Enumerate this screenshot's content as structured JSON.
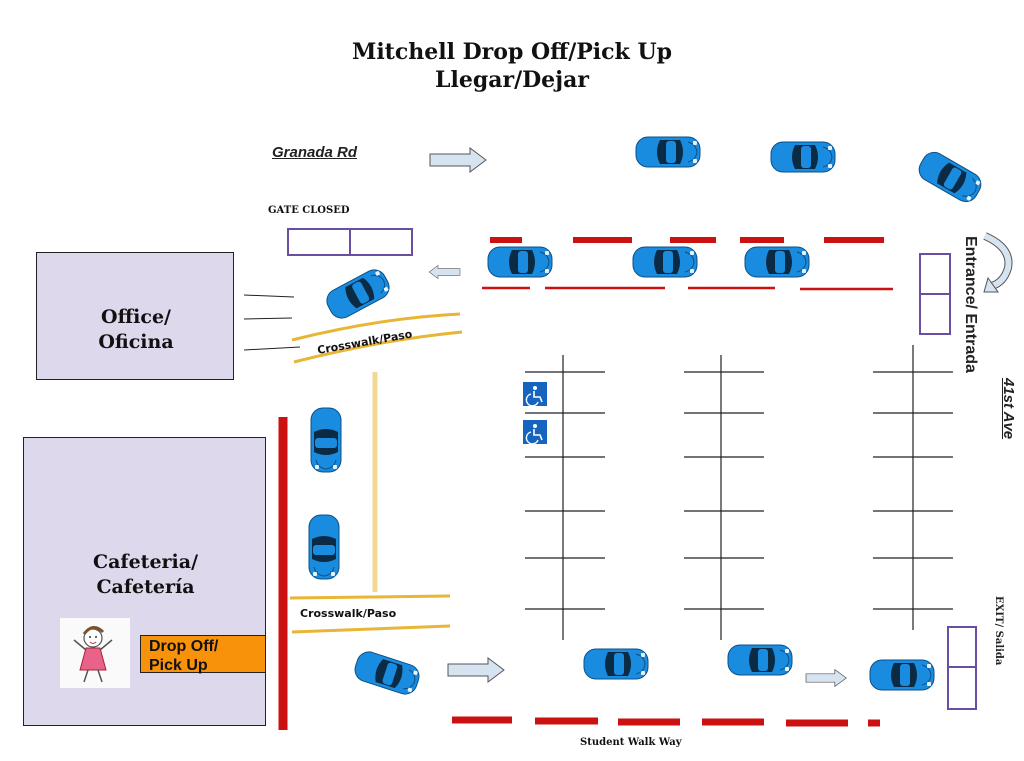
{
  "title": {
    "line1": "Mitchell Drop Off/Pick Up",
    "line2": "Llegar/Dejar"
  },
  "streets": {
    "north": "Granada Rd",
    "east": "41st Ave"
  },
  "labels": {
    "gate": "GATE CLOSED",
    "office": [
      "Office/",
      "Oficina"
    ],
    "cafeteria": [
      "Cafeteria/",
      "Cafetería"
    ],
    "crosswalk_upper": "Crosswalk/Paso",
    "crosswalk_lower": "Crosswalk/Paso",
    "entrance": "Entrance/ Entrada",
    "exit": "EXIT/ Salida",
    "walkway": "Student Walk Way",
    "drop_off": [
      "Drop Off/",
      "Pick Up"
    ]
  },
  "icons": {
    "car": "car-top-view-icon",
    "accessible": "accessible-parking-icon",
    "student": "student-figure-icon",
    "arrow": "direction-arrow-icon",
    "uturn": "u-turn-arrow-icon"
  },
  "colors": {
    "building": "#ddd8ec",
    "car": "#1a8ce0",
    "red_line": "#cc1111",
    "crosswalk": "#e8b535",
    "gate": "#6a4ea0",
    "drop_box": "#f7920a",
    "arrow": "#d6e4f2",
    "accessible": "#1565c0"
  }
}
